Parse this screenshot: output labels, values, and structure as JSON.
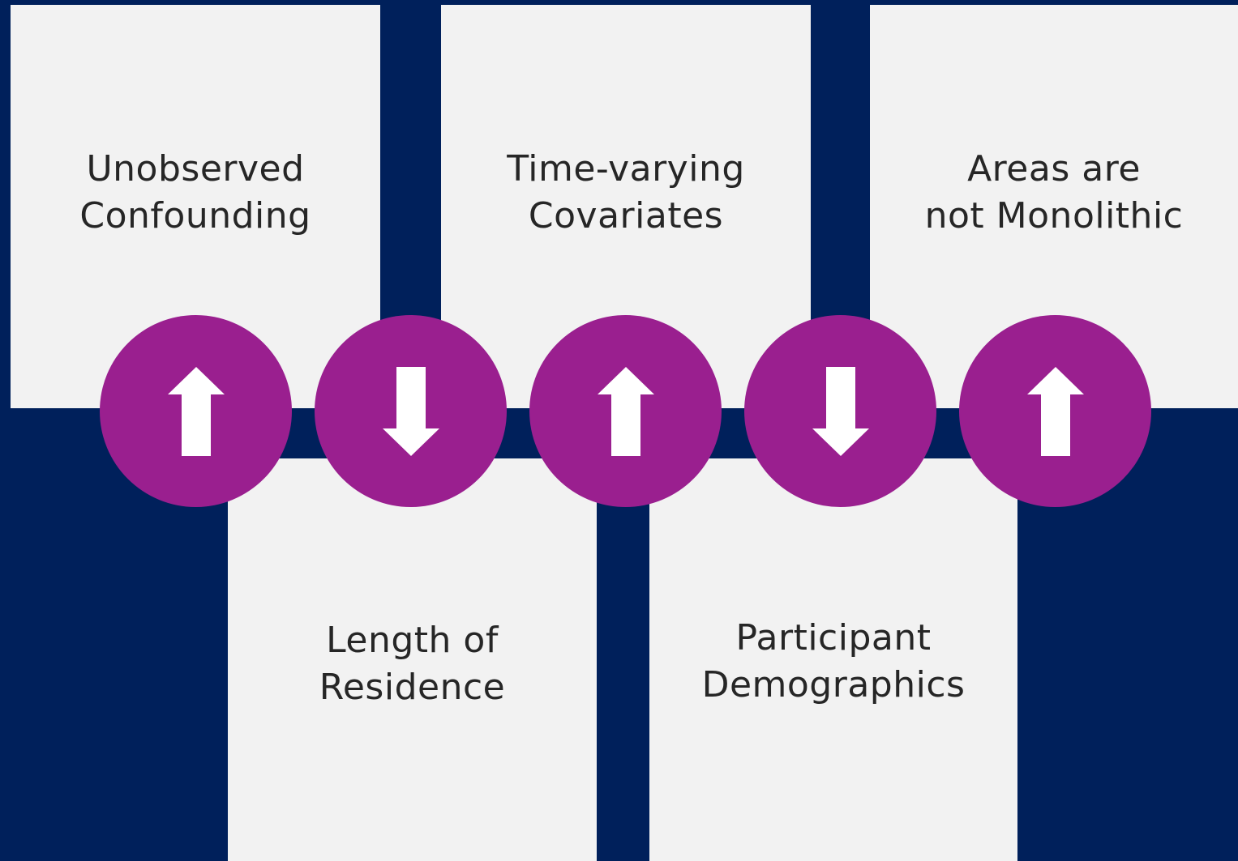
{
  "colors": {
    "background": "#00205b",
    "card": "#f2f2f2",
    "circle": "#9a1f8f",
    "arrow": "#ffffff",
    "text": "#262626"
  },
  "cards": [
    {
      "id": "unobserved-confounding",
      "line1": "Unobserved",
      "line2": "Confounding",
      "direction": "up"
    },
    {
      "id": "length-of-residence",
      "line1": "Length of",
      "line2": "Residence",
      "direction": "down"
    },
    {
      "id": "time-varying-covariates",
      "line1": "Time-varying",
      "line2": "Covariates",
      "direction": "up"
    },
    {
      "id": "participant-demographics",
      "line1": "Participant",
      "line2": "Demographics",
      "direction": "down"
    },
    {
      "id": "areas-not-monolithic",
      "line1": "Areas are",
      "line2": "not Monolithic",
      "direction": "up"
    }
  ]
}
